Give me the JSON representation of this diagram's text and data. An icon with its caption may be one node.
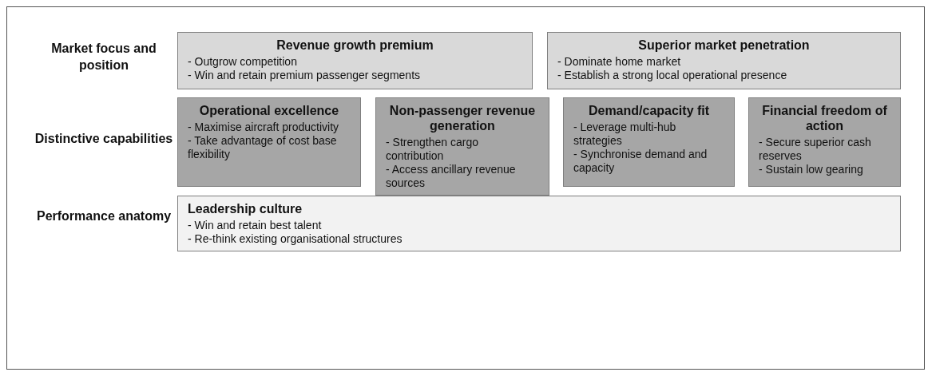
{
  "diagram": {
    "nodes": [
      {
        "text": [
          "Revenue growth premium",
          "- Outgrow competition",
          "- Win and retain premium passenger segments"
        ]
      },
      {
        "text": [
          "Superior market penetration",
          "- Dominate home market",
          "- Establish a strong local operational presence"
        ]
      },
      {
        "text": [
          "Operational excellence",
          "- Maximise aircraft productivity",
          "- Take advantage of cost base flexibility"
        ]
      },
      {
        "text": [
          "Non-passenger revenue generation",
          "- Strengthen cargo contribution",
          "- Access ancillary revenue sources"
        ]
      },
      {
        "text": [
          "Demand/capacity fit",
          "- Leverage multi-hub strategies",
          "- Synchronise demand and capacity"
        ]
      },
      {
        "text": [
          "Financial freedom of action",
          "- Secure superior cash reserves",
          "- Sustain low gearing"
        ]
      },
      {
        "text": [
          "Leadership culture",
          "- Win and retain best talent",
          "- Re-think existing organisational structures"
        ]
      }
    ],
    "labels": [
      "Market focus and position",
      "Distinctive capabilities",
      "Performance anatomy"
    ]
  }
}
